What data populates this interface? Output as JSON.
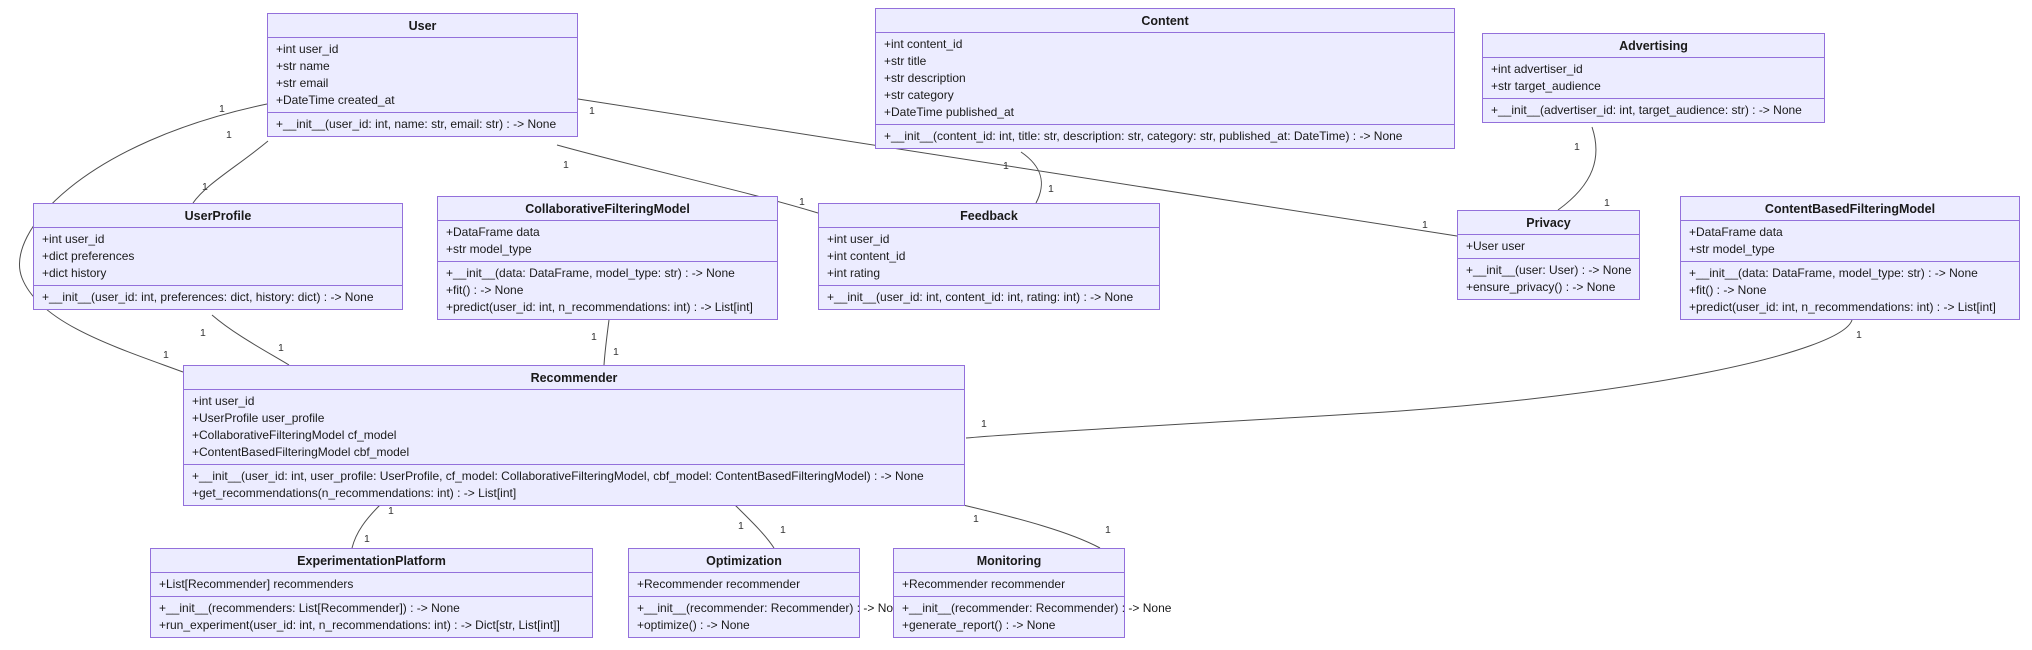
{
  "diagram_type": "uml-class-diagram",
  "colors": {
    "node_fill": "#ECECFF",
    "node_border": "#9370DB",
    "edge_color": "#4d4d4d",
    "background": "#ffffff"
  },
  "classes": {
    "user": {
      "name": "User",
      "attributes": [
        "+int user_id",
        "+str name",
        "+str email",
        "+DateTime created_at"
      ],
      "methods": [
        "+__init__(user_id: int, name: str, email: str) : -> None"
      ]
    },
    "content": {
      "name": "Content",
      "attributes": [
        "+int content_id",
        "+str title",
        "+str description",
        "+str category",
        "+DateTime published_at"
      ],
      "methods": [
        "+__init__(content_id: int, title: str, description: str, category: str, published_at: DateTime) : -> None"
      ]
    },
    "advertising": {
      "name": "Advertising",
      "attributes": [
        "+int advertiser_id",
        "+str target_audience"
      ],
      "methods": [
        "+__init__(advertiser_id: int, target_audience: str) : -> None"
      ]
    },
    "userprofile": {
      "name": "UserProfile",
      "attributes": [
        "+int user_id",
        "+dict preferences",
        "+dict history"
      ],
      "methods": [
        "+__init__(user_id: int, preferences: dict, history: dict) : -> None"
      ]
    },
    "cfm": {
      "name": "CollaborativeFilteringModel",
      "attributes": [
        "+DataFrame data",
        "+str model_type"
      ],
      "methods": [
        "+__init__(data: DataFrame, model_type: str) : -> None",
        "+fit() : -> None",
        "+predict(user_id: int, n_recommendations: int) : -> List[int]"
      ]
    },
    "feedback": {
      "name": "Feedback",
      "attributes": [
        "+int user_id",
        "+int content_id",
        "+int rating"
      ],
      "methods": [
        "+__init__(user_id: int, content_id: int, rating: int) : -> None"
      ]
    },
    "privacy": {
      "name": "Privacy",
      "attributes": [
        "+User user"
      ],
      "methods": [
        "+__init__(user: User) : -> None",
        "+ensure_privacy() : -> None"
      ]
    },
    "cbfm": {
      "name": "ContentBasedFilteringModel",
      "attributes": [
        "+DataFrame data",
        "+str model_type"
      ],
      "methods": [
        "+__init__(data: DataFrame, model_type: str) : -> None",
        "+fit() : -> None",
        "+predict(user_id: int, n_recommendations: int) : -> List[int]"
      ]
    },
    "recommender": {
      "name": "Recommender",
      "attributes": [
        "+int user_id",
        "+UserProfile user_profile",
        "+CollaborativeFilteringModel cf_model",
        "+ContentBasedFilteringModel cbf_model"
      ],
      "methods": [
        "+__init__(user_id: int, user_profile: UserProfile, cf_model: CollaborativeFilteringModel, cbf_model: ContentBasedFilteringModel) : -> None",
        "+get_recommendations(n_recommendations: int) : -> List[int]"
      ]
    },
    "experimentation": {
      "name": "ExperimentationPlatform",
      "attributes": [
        "+List[Recommender] recommenders"
      ],
      "methods": [
        "+__init__(recommenders: List[Recommender]) : -> None",
        "+run_experiment(user_id: int, n_recommendations: int) : -> Dict[str, List[int]]"
      ]
    },
    "optimization": {
      "name": "Optimization",
      "attributes": [
        "+Recommender recommender"
      ],
      "methods": [
        "+__init__(recommender: Recommender) : -> None",
        "+optimize() : -> None"
      ]
    },
    "monitoring": {
      "name": "Monitoring",
      "attributes": [
        "+Recommender recommender"
      ],
      "methods": [
        "+__init__(recommender: Recommender) : -> None",
        "+generate_report() : -> None"
      ]
    }
  },
  "edges": [
    {
      "from": "User",
      "to": "UserProfile",
      "label_from": "1",
      "label_to": "1"
    },
    {
      "from": "User",
      "to": "Recommender",
      "label_from": "1",
      "label_to": "1"
    },
    {
      "from": "User",
      "to": "Feedback",
      "label_from": "1",
      "label_to": "1"
    },
    {
      "from": "User",
      "to": "Privacy",
      "label_from": "1",
      "label_to": "1"
    },
    {
      "from": "Content",
      "to": "Feedback",
      "label_from": "1",
      "label_to": "1"
    },
    {
      "from": "Advertising",
      "to": "Privacy",
      "label_from": "1",
      "label_to": "1"
    },
    {
      "from": "UserProfile",
      "to": "Recommender",
      "label_from": "1",
      "label_to": "1"
    },
    {
      "from": "CollaborativeFilteringModel",
      "to": "Recommender",
      "label_from": "1",
      "label_to": "1"
    },
    {
      "from": "ContentBasedFilteringModel",
      "to": "Recommender",
      "label_from": "1",
      "label_to": "1"
    },
    {
      "from": "Recommender",
      "to": "ExperimentationPlatform",
      "label_from": "1",
      "label_to": "1"
    },
    {
      "from": "Recommender",
      "to": "Optimization",
      "label_from": "1",
      "label_to": "1"
    },
    {
      "from": "Recommender",
      "to": "Monitoring",
      "label_from": "1",
      "label_to": "1"
    }
  ]
}
